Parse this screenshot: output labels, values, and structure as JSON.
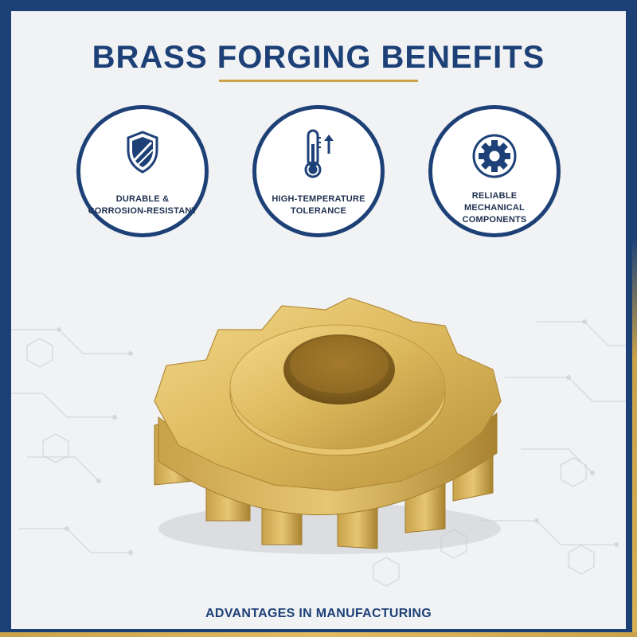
{
  "header": {
    "title": "BRASS FORGING BENEFITS"
  },
  "benefits": [
    {
      "icon": "shield-icon",
      "line1": "DURABLE &",
      "line2": "CORROSION-RESISTANT"
    },
    {
      "icon": "thermometer-icon",
      "line1": "HIGH-TEMPERATURE",
      "line2": "TOLERANCE"
    },
    {
      "icon": "gear-icon",
      "line1": "RELIABLE",
      "line2": "MECHANICAL",
      "line3": "COMPONENTS"
    }
  ],
  "footer": {
    "caption": "ADVANTAGES IN MANUFACTURING"
  },
  "colors": {
    "navy": "#1d4177",
    "gold": "#c9a24a",
    "brass": "#d9b458"
  }
}
